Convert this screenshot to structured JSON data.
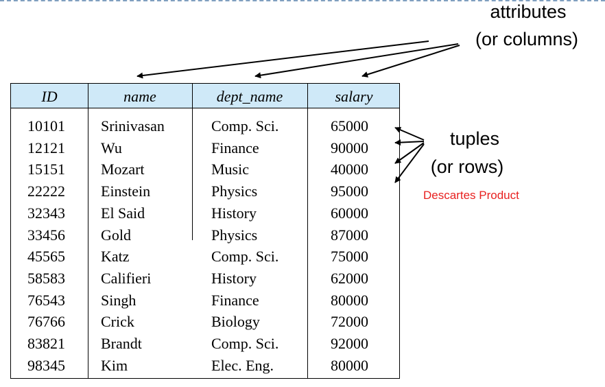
{
  "labels": {
    "attributes_line1": "attributes",
    "attributes_line2": "(or columns)",
    "tuples_line1": "tuples",
    "tuples_line2": "(or rows)",
    "annotation": "Descartes Product",
    "annotation_color": "#e8201f"
  },
  "table": {
    "header_color": "#cfe9f8",
    "columns": [
      "ID",
      "name",
      "dept_name",
      "salary"
    ],
    "rows": [
      [
        "10101",
        "Srinivasan",
        "Comp. Sci.",
        "65000"
      ],
      [
        "12121",
        "Wu",
        "Finance",
        "90000"
      ],
      [
        "15151",
        "Mozart",
        "Music",
        "40000"
      ],
      [
        "22222",
        "Einstein",
        "Physics",
        "95000"
      ],
      [
        "32343",
        "El Said",
        "History",
        "60000"
      ],
      [
        "33456",
        "Gold",
        "Physics",
        "87000"
      ],
      [
        "45565",
        "Katz",
        "Comp. Sci.",
        "75000"
      ],
      [
        "58583",
        "Califieri",
        "History",
        "62000"
      ],
      [
        "76543",
        "Singh",
        "Finance",
        "80000"
      ],
      [
        "76766",
        "Crick",
        "Biology",
        "72000"
      ],
      [
        "83821",
        "Brandt",
        "Comp. Sci.",
        "92000"
      ],
      [
        "98345",
        "Kim",
        "Elec. Eng.",
        "80000"
      ]
    ]
  }
}
